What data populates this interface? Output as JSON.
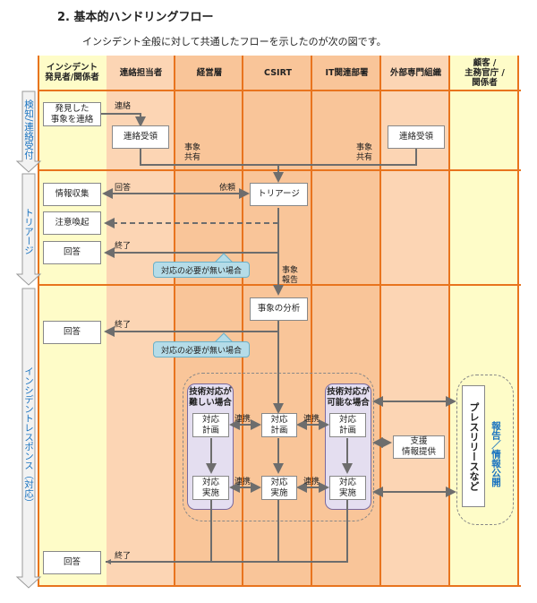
{
  "heading": "2. 基本的ハンドリングフロー",
  "intro": "インシデント全般に対して共通したフローを示したのが次の図です。",
  "columns": [
    {
      "label": "インシデント\n発見者/関係者",
      "color": "#fefcc8"
    },
    {
      "label": "連絡担当者",
      "color": "#fcd5b4"
    },
    {
      "label": "経営層",
      "color": "#f9c599"
    },
    {
      "label": "CSIRT",
      "color": "#f9c599"
    },
    {
      "label": "IT関連部署",
      "color": "#f9c599"
    },
    {
      "label": "外部専門組織",
      "color": "#fcd5b4"
    },
    {
      "label": "顧客 /\n主務官庁 /\n関係者",
      "color": "#fefcc8"
    }
  ],
  "phases": [
    {
      "label": "検知/連絡受付"
    },
    {
      "label": "トリアージ"
    },
    {
      "label": "インシデントレスポンス（対応）"
    }
  ],
  "boxes": {
    "report_event": "発見した\n事象を連絡",
    "receive_contact_1": "連絡受領",
    "receive_contact_2": "連絡受領",
    "info_collect": "情報収集",
    "alert": "注意喚起",
    "answer_1": "回答",
    "triage": "トリアージ",
    "event_analysis": "事象の分析",
    "answer_2": "回答",
    "plan_left": "対応\n計画",
    "plan_center": "対応\n計画",
    "plan_right": "対応\n計画",
    "exec_left": "対応\n実施",
    "exec_center": "対応\n実施",
    "exec_right": "対応\n実施",
    "support": "支援\n情報提供",
    "answer_3": "回答",
    "press_release": "プレスリリースなど"
  },
  "labels": {
    "contact": "連絡",
    "share_1": "事象\n共有",
    "share_2": "事象\n共有",
    "reply": "回答",
    "request": "依頼",
    "end_1": "終了",
    "report": "事象\n報告",
    "end_2": "終了",
    "coop_1": "連携",
    "coop_2": "連携",
    "coop_3": "連携",
    "coop_4": "連携",
    "end_3": "終了",
    "tech_hard": "技術対応が\n難しい場合",
    "tech_possible": "技術対応が\n可能な場合",
    "publish": "報告／情報公開"
  },
  "callouts": {
    "no_need_1": "対応の必要が無い場合",
    "no_need_2": "対応の必要が無い場合"
  }
}
